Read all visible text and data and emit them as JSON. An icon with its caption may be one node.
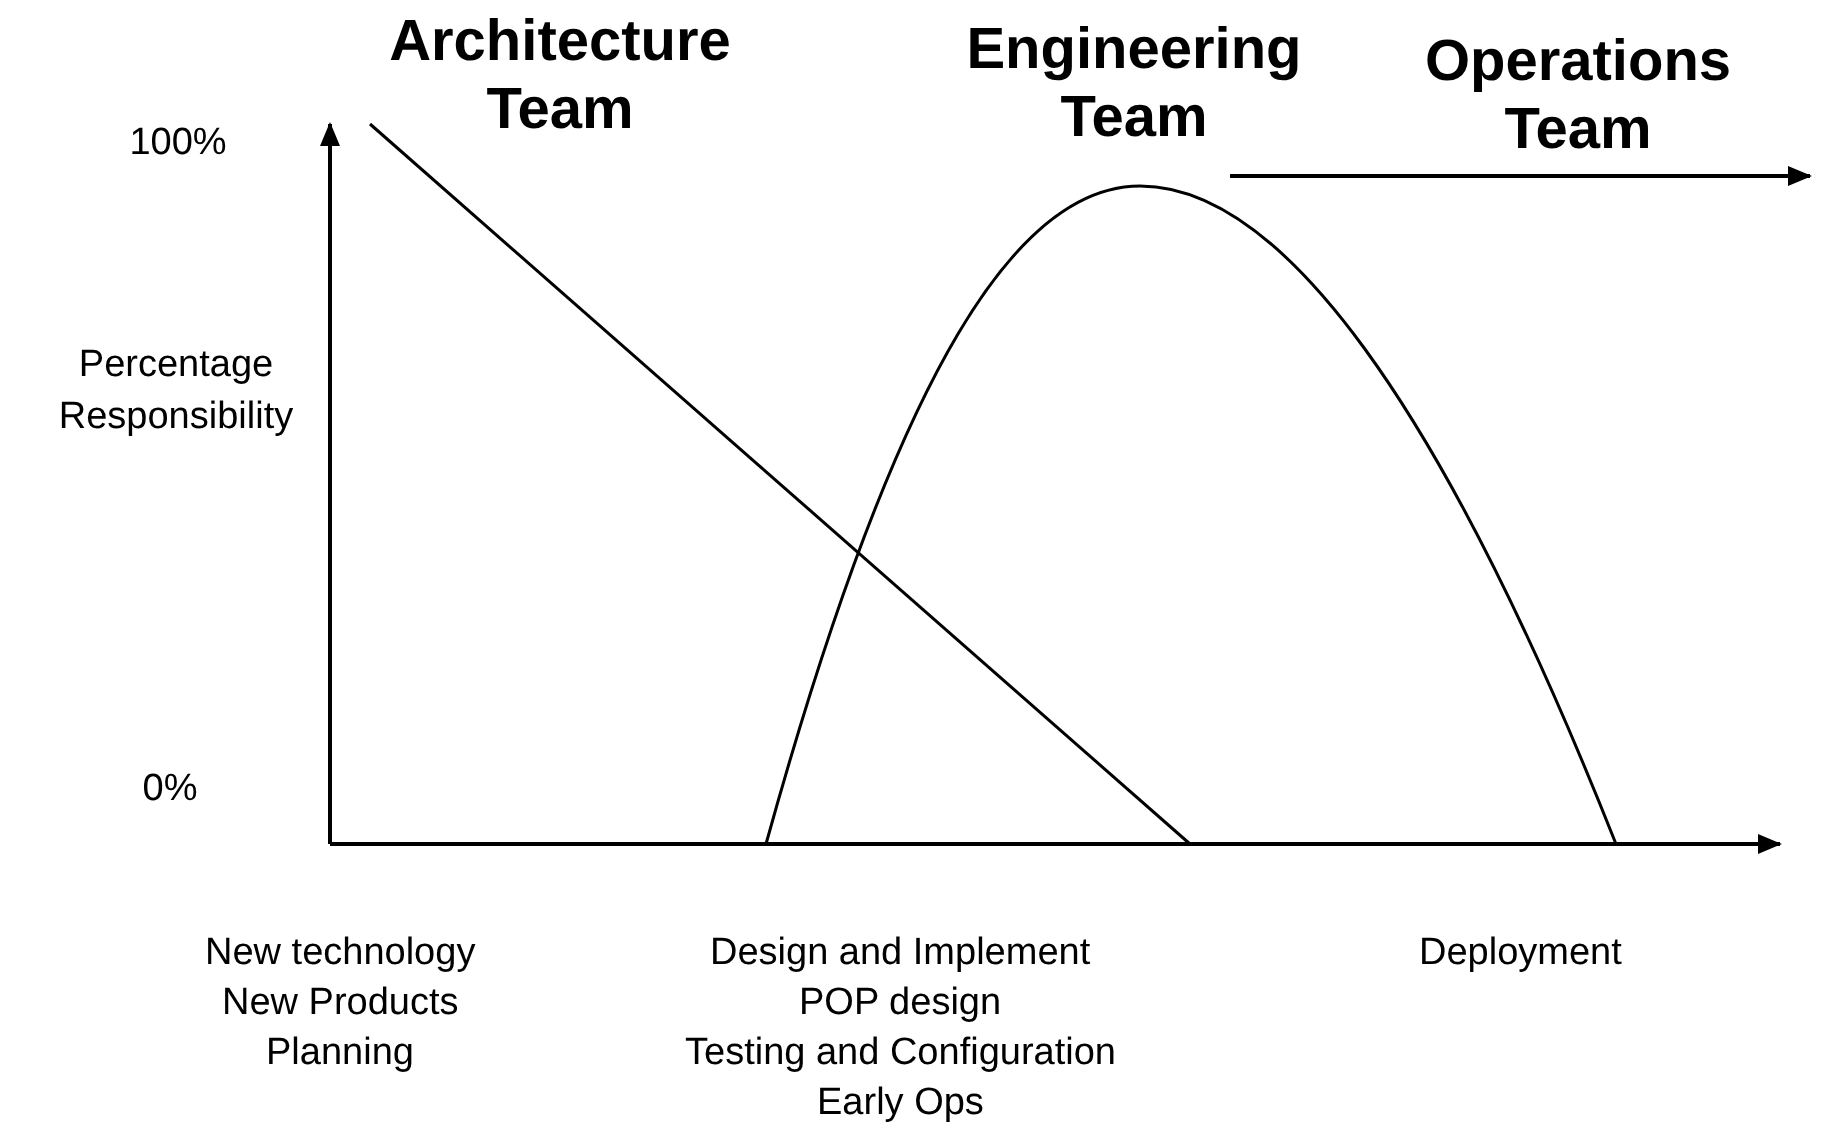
{
  "diagram": {
    "labels": [
      "Architecture Team",
      "Engineering Team",
      "Operations Team",
      "100%",
      "Percentage Responsibility",
      "0%",
      "New technology",
      "New Products",
      "Planning",
      "Design and Implement",
      "POP design",
      "Testing and Configuration",
      "Early Ops",
      "Deployment"
    ]
  }
}
